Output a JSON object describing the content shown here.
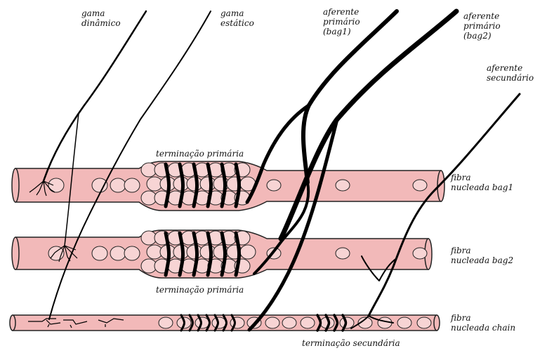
{
  "colors": {
    "fiber_fill": "#f2b9b9",
    "fiber_stroke": "#222222",
    "nucleus_fill": "#f7d4d4",
    "ink": "#000000"
  },
  "labels": {
    "gama_dinamico": [
      "gama",
      "dinâmico"
    ],
    "gama_estatico": [
      "gama",
      "estático"
    ],
    "aferente_primario_bag1": [
      "aferente",
      "primário",
      "(bag1)"
    ],
    "aferente_primario_bag2": [
      "aferente",
      "primário",
      "(bag2)"
    ],
    "aferente_secundario": [
      "aferente",
      "secundário"
    ],
    "terminacao_primaria_top": "terminação primária",
    "terminacao_primaria_bottom": "terminação primária",
    "terminacao_secundaria": "terminação secundária",
    "fibra_bag1": [
      "fibra",
      "nucleada bag1"
    ],
    "fibra_bag2": [
      "fibra",
      "nucleada bag2"
    ],
    "fibra_chain": [
      "fibra",
      "nucleada chain"
    ]
  }
}
